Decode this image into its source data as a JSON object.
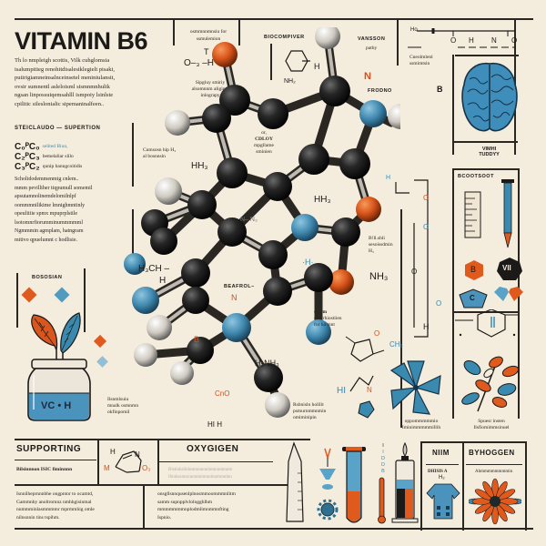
{
  "header": {
    "title": "VITAMIN B6",
    "intro_lines": [
      "Th lo nmpleigh scottis, Vilk cuhglomsia",
      "isalumpitieg renohitdisalesiklegielt pisaki,",
      "putirigiamneinsalnceinsetel meniniulansit,",
      "ovsir sumnentl asleloisml sismnmnhulik",
      "ngsan linpossuiqemsahlll ismpoiy lsinlste",
      "cpilitic sileslonialic sipemaninalfeen.."
    ]
  },
  "sections": {
    "structure_label": "STEICLAUDO — SUPERTION",
    "formulas": [
      {
        "formula": "C₀ᴾC₀",
        "note": "selited Biun,"
      },
      {
        "formula": "C₂ᴾC₃",
        "note": "bemelaliar slilo"
      },
      {
        "formula": "C₃ᴾC₂",
        "note": "qunip banngcoitidis"
      }
    ],
    "structure_body": [
      "Scholidodemmenmig cnlem..",
      "mmm pevilliher tiqpumull somemil",
      "apsutamnolinemdelomilnlpf",
      "oommmnilikime lmnighmntinly",
      "opeuliiiie spmx mpuprplstile",
      "lsotomnrfiorumminummmmml",
      "Ngmmmin agmplam, hatngram",
      "mitivo qpuelumnt c hodlisie."
    ],
    "dosage_label": "BOSOSIAN",
    "jar_label": "VC • H",
    "top_center_box": {
      "heading": "osmmnnmnsiu for ssmulemion",
      "formula_a": "O–₃ –H",
      "formula_a_top": "T",
      "desc": [
        "Sipgluy smiriy",
        "alsomnnm aligin a",
        "inlograpy"
      ]
    },
    "biocompiter": {
      "label": "BIOCOMPIVER",
      "amine": "NH₂",
      "h_label": "H"
    },
    "vanish_path": {
      "label": "VANSSON",
      "sub": "pathy"
    },
    "top_right_formula": {
      "atoms": [
        "Ho",
        "N",
        "O",
        "H",
        "N",
        "O"
      ],
      "lower": [
        "l",
        "e",
        "o",
        "D"
      ],
      "caption": [
        "Cneolmlenl",
        "ssmimtsin"
      ]
    },
    "b_label": "B",
    "brain_caption": [
      "VIMHI",
      "TUDDYY"
    ],
    "biochem_label": "BCOOTSOOT",
    "badges": [
      {
        "text": "B",
        "shape": "hexagon",
        "color": "#e05a1e"
      },
      {
        "text": "VII",
        "shape": "heptagon",
        "color": "#1c1a18"
      },
      {
        "text": "C",
        "shape": "pentagon",
        "color": "#3a8ab0"
      }
    ],
    "right_benzene_labels": [
      "H₂",
      "Ba",
      "H°",
      "H"
    ],
    "molecule_labels": {
      "hh3_a": "HH₃",
      "hh3_b": "HH₃",
      "h3ch": "H₃CH –",
      "h": "H",
      "cooh_note": [
        "or,",
        "CDLOY",
        "mpgllame",
        "sminien"
      ],
      "left_note": [
        "Cumsosn hip H₃",
        "al bosnnsin"
      ],
      "nh3_right": "NH₃",
      "nh3_bottom": "H₃NH₃",
      "n_label": "N",
      "b_orange": "B",
      "beafrol": "BEAFROL–",
      "h_blue": "·H·",
      "mid_n": "N– N₃",
      "o_label": "O",
      "cho": "CnO",
      "hi_h": "HI  H",
      "right_caption_top": [
        "B!ll.sbli",
        "sesoissdmin",
        "H₃"
      ],
      "right_caption_mid": [
        "osmm",
        "oomrhiostiien",
        "for ha mnt"
      ],
      "bottom_caption_left": [
        "Ilsnmlsuiu",
        "mnalk osmnmn",
        "okfinpomil"
      ],
      "bottom_caption_mid": [
        "Rsbnisln holilit",
        "psmurnmmnmin",
        "omiminipin"
      ],
      "ch3": "CH₃",
      "hi": "HI",
      "n_orange": "N",
      "o_orange": "O"
    },
    "leaf_captions": {
      "blue_leaf": [
        "oppommmmmio",
        "Iminimmmmmillih"
      ],
      "branch": [
        "Spuesr insten",
        "Ilsfiomimmsinuel"
      ]
    },
    "right_column_paths": {
      "h_top": "H",
      "o_letters": [
        "O",
        "O",
        "O",
        "O"
      ],
      "h_bottom": "H"
    }
  },
  "bottom": {
    "supporting": {
      "title": "SUPPORTING",
      "subtitle": "Bilsinnnon ISIC fiminnnn",
      "body": [
        "Isnnilheprnnnbhe ongpntor to ocamtd,",
        "Gammnhy anoltromnz nmhhgisinmal",
        "nnmmminlasmmmmr mprmmhig omle",
        "nilnsnnin tins tspihm."
      ],
      "ring_labels": {
        "h": "H",
        "n": "N",
        "m": "M",
        "o": "O₃"
      }
    },
    "oxygen": {
      "title": "OXYGIGEN",
      "faded": [
        "Blstinhslinlnmmnnnnlnmninmnnm",
        "Ibinhssmssinnmnimmnlnnmmnlnn"
      ],
      "body": [
        "onsgllsnnqusenlplnosmmoommmnlitm",
        "samm supnpplvlolngghlhm",
        "mmmmmmmnplodmlimnmmnfting",
        "Ispnio."
      ]
    },
    "lab_tools": [
      "beaker",
      "funnel",
      "test-tube",
      "thermometer",
      "syringe",
      "gear"
    ],
    "thermo_labels": [
      "I",
      "I",
      "D",
      "D",
      "B"
    ],
    "nim": {
      "title": "NIIM",
      "sub": "DHISIS A",
      "shirt_label": "H₂"
    },
    "hydrogen": {
      "title": "BYHOGGEN",
      "sub": "Ahmmmmmmmmin"
    }
  },
  "colors": {
    "background": "#f4ecdc",
    "ink": "#1c1a18",
    "orange": "#e05a1e",
    "blue": "#3a8ab0",
    "atom_black": "#1e1e1e",
    "atom_white": "#d8d4cc"
  }
}
